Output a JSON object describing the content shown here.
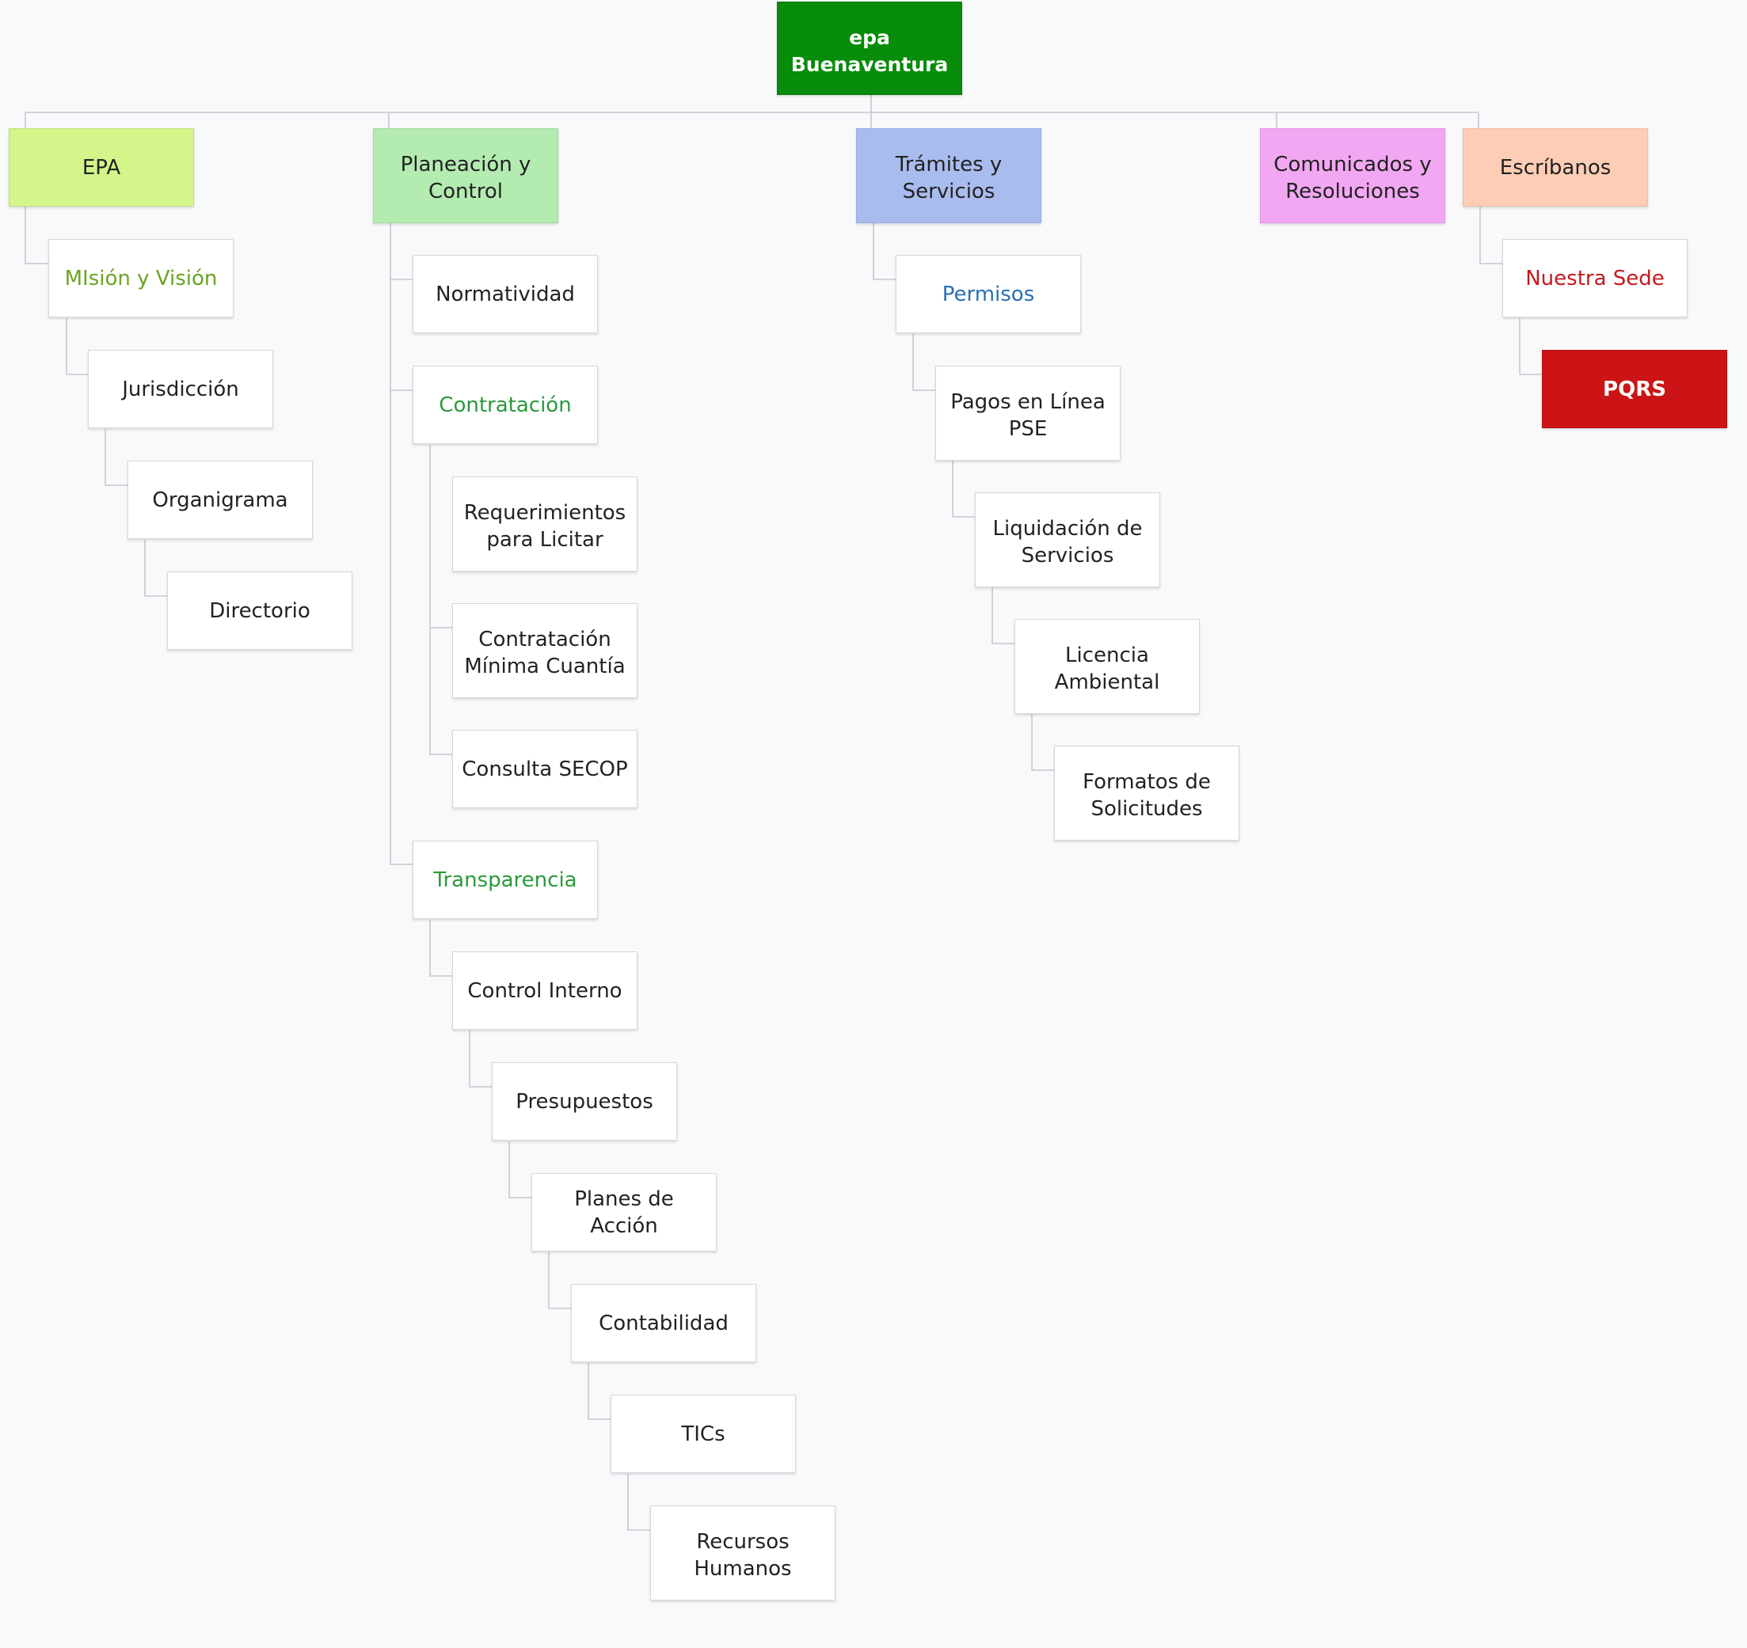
{
  "colors": {
    "root_bg": "#088c0b",
    "epa_bg": "#d3f58a",
    "planeacion_bg": "#b3ebb1",
    "tramites_bg": "#a9bcee",
    "comunicados_bg": "#f2a7f2",
    "escribanos_bg": "#fdcdb5",
    "pqrs_bg": "#cc1416",
    "green_text": "#6aa523",
    "dark_green_text": "#2a9a3c",
    "blue_text": "#2b6fb6",
    "red_text": "#c21b1f"
  },
  "root": {
    "label": "epa Buenaventura"
  },
  "branches": {
    "epa": {
      "label": "EPA",
      "children": [
        "MIsión y Visión",
        "Jurisdicción",
        "Organigrama",
        "Directorio"
      ]
    },
    "planeacion": {
      "label": "Planeación y Control",
      "normatividad": "Normatividad",
      "contratacion": {
        "label": "Contratación",
        "children": [
          "Requerimientos para Licitar",
          "Contratación Mínima Cuantía",
          "Consulta SECOP"
        ]
      },
      "transparencia": {
        "label": "Transparencia",
        "children": [
          "Control Interno",
          "Presupuestos",
          "Planes de Acción",
          "Contabilidad",
          "TICs",
          "Recursos Humanos"
        ]
      }
    },
    "tramites": {
      "label": "Trámites y Servicios",
      "children": [
        "Permisos",
        "Pagos en Línea PSE",
        "Liquidación de Servicios",
        "Licencia Ambiental",
        "Formatos de Solicitudes"
      ]
    },
    "comunicados": {
      "label": "Comunicados y Resoluciones"
    },
    "escribanos": {
      "label": "Escríbanos",
      "children": [
        "Nuestra Sede",
        "PQRS"
      ]
    }
  }
}
